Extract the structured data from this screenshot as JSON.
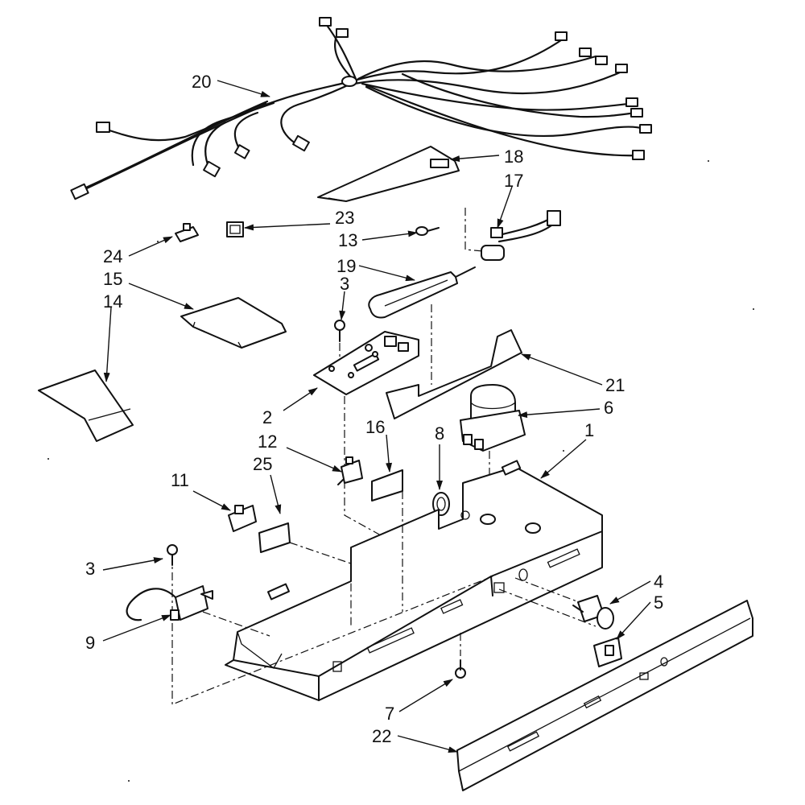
{
  "diagram": {
    "callouts": {
      "c1": "1",
      "c2": "2",
      "c3a": "3",
      "c3b": "3",
      "c4": "4",
      "c5": "5",
      "c6": "6",
      "c7": "7",
      "c8": "8",
      "c9": "9",
      "c11": "11",
      "c12": "12",
      "c13": "13",
      "c14": "14",
      "c15": "15",
      "c16": "16",
      "c17": "17",
      "c18": "18",
      "c19": "19",
      "c20": "20",
      "c21": "21",
      "c22": "22",
      "c23": "23",
      "c24": "24",
      "c25": "25"
    }
  }
}
